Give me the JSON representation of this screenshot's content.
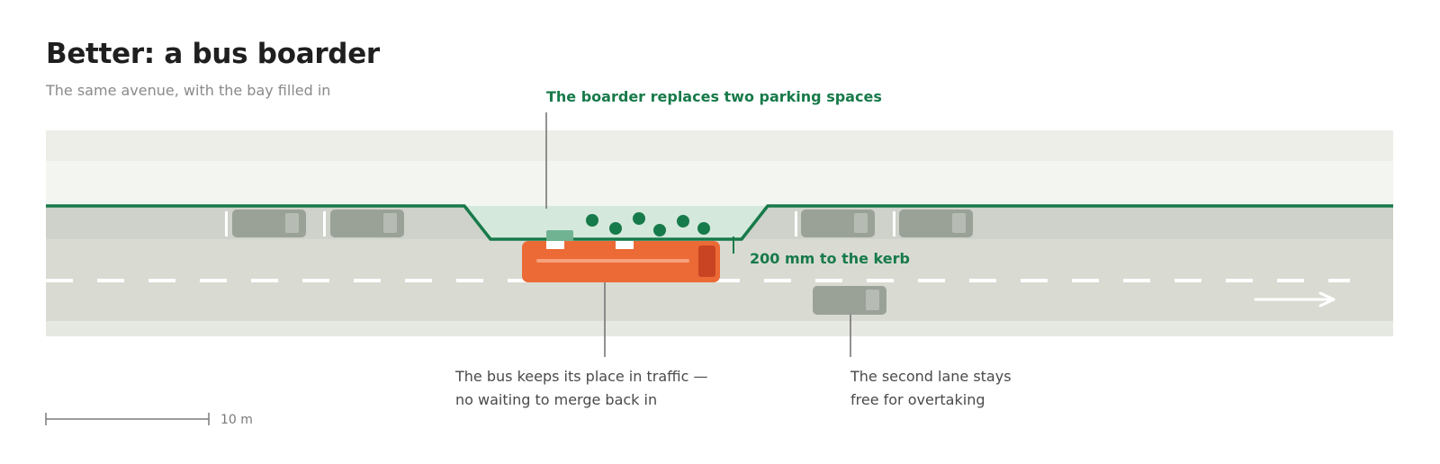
{
  "title": "Better: a bus boarder",
  "subtitle": "The same avenue, with the bay filled in",
  "annotations": {
    "boarder": "The boarder replaces two parking spaces",
    "kerb_gap": "200 mm to the kerb",
    "bus": [
      "The bus keeps its place in traffic —",
      "no waiting to merge back in"
    ],
    "lane": [
      "The second lane stays",
      "free for overtaking"
    ]
  },
  "scale_bar": {
    "label": "10 m"
  },
  "colors": {
    "kerb_line": "#177a4a",
    "boarder_fill": "#d5e8dc",
    "bus": "#ec6a36",
    "parked_car": "#9aa297",
    "road": "#d9dbd3",
    "footway": "#eef0ea"
  }
}
